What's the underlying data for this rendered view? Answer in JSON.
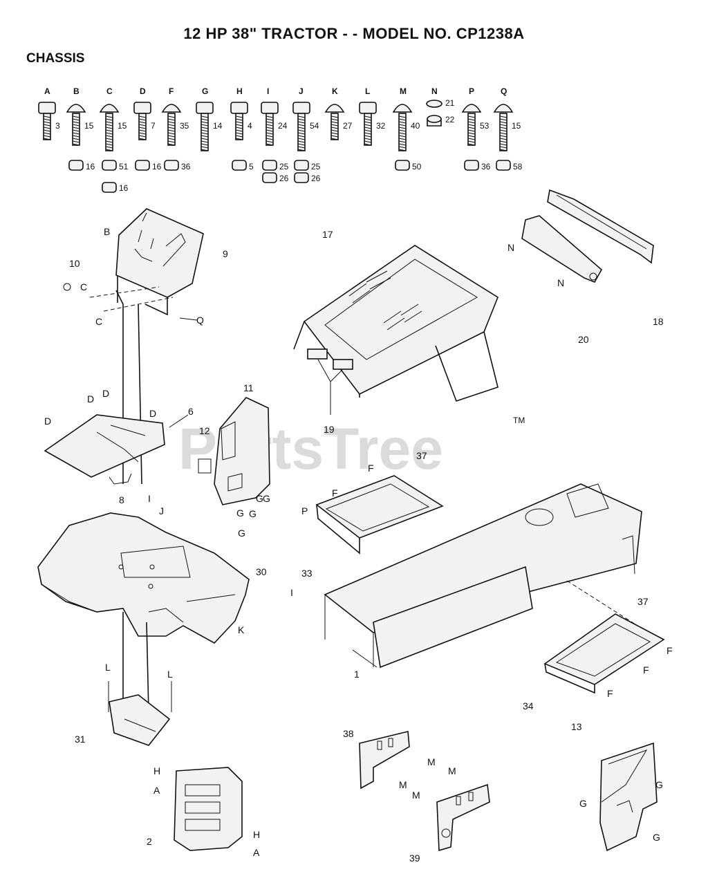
{
  "title": "12 HP 38\" TRACTOR - - MODEL NO.  CP1238A",
  "section": "CHASSIS",
  "watermark": "PartsTree",
  "trademark": "TM",
  "hardware": [
    {
      "letter": "A",
      "bolt": "3",
      "nut": ""
    },
    {
      "letter": "B",
      "bolt": "15",
      "nut": "16"
    },
    {
      "letter": "C",
      "bolt": "15",
      "nut": "51"
    },
    {
      "letter": "D",
      "bolt": "7",
      "nut": "16"
    },
    {
      "letter": "F",
      "bolt": "35",
      "nut": "36"
    },
    {
      "letter": "G",
      "bolt": "14",
      "nut": ""
    },
    {
      "letter": "H",
      "bolt": "4",
      "nut": "5"
    },
    {
      "letter": "I",
      "bolt": "24",
      "nut": "25"
    },
    {
      "letter": "J",
      "bolt": "54",
      "nut": "25"
    },
    {
      "letter": "K",
      "bolt": "27",
      "nut": ""
    },
    {
      "letter": "L",
      "bolt": "32",
      "nut": ""
    },
    {
      "letter": "M",
      "bolt": "40",
      "nut": "50"
    },
    {
      "letter": "N",
      "bolt": "21",
      "nut": "22"
    },
    {
      "letter": "P",
      "bolt": "53",
      "nut": "36"
    },
    {
      "letter": "Q",
      "bolt": "15",
      "nut": "58"
    }
  ],
  "extra_nuts": [
    "26",
    "26",
    "16"
  ],
  "callouts": [
    "1",
    "2",
    "6",
    "8",
    "9",
    "10",
    "11",
    "12",
    "13",
    "17",
    "18",
    "19",
    "20",
    "30",
    "31",
    "33",
    "34",
    "37",
    "37",
    "38",
    "39"
  ],
  "letter_marks": [
    "A",
    "A",
    "B",
    "C",
    "C",
    "D",
    "D",
    "D",
    "D",
    "F",
    "F",
    "F",
    "F",
    "F",
    "G",
    "G",
    "G",
    "G",
    "G",
    "G",
    "G",
    "G",
    "H",
    "H",
    "I",
    "I",
    "J",
    "K",
    "L",
    "L",
    "M",
    "M",
    "M",
    "M",
    "N",
    "N",
    "P",
    "Q"
  ]
}
